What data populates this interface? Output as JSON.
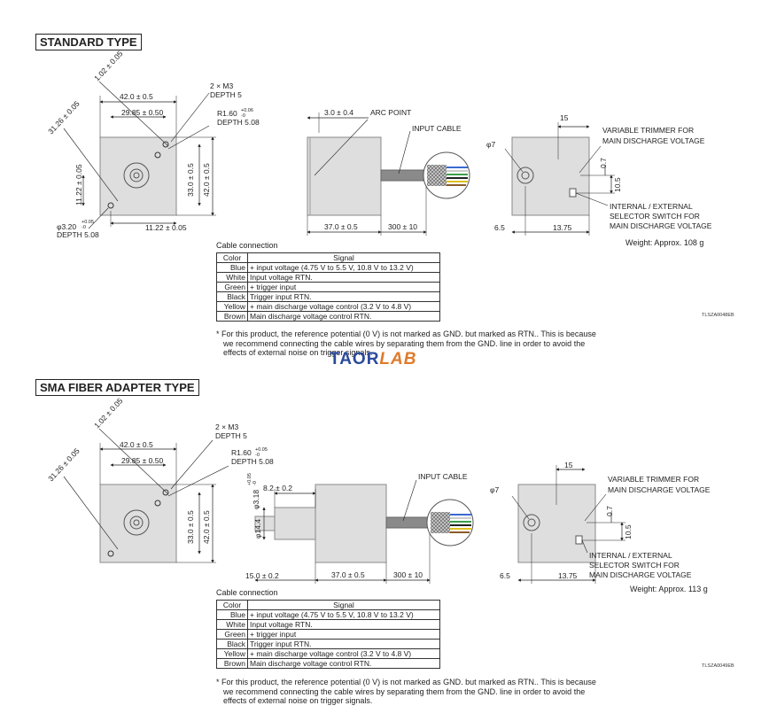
{
  "sections": [
    {
      "title": "STANDARD TYPE",
      "front": {
        "diag1": "31.26 ± 0.05",
        "diag2": "1.02 ± 0.05",
        "width": "42.0 ± 0.5",
        "inner_width": "29.85 ± 0.50",
        "screw": "2 × M3",
        "screw_depth": "DEPTH 5",
        "radius": "R1.60",
        "radius_tol_up": "+0.06",
        "radius_tol_dn": "-0",
        "radius_depth": "DEPTH 5.08",
        "height_inner": "33.0 ± 0.5",
        "height": "42.0 ± 0.5",
        "left_offset": "11.22 ± 0.05",
        "bottom_offset": "11.22 ± 0.05",
        "hole": "φ3.20",
        "hole_tol_up": "+0.05",
        "hole_tol_dn": "-0",
        "hole_depth": "DEPTH 5.08"
      },
      "side": {
        "arc_offset": "3.0 ± 0.4",
        "arc_point": "ARC POINT",
        "input_cable": "INPUT CABLE",
        "body_len": "37.0 ± 0.5",
        "cable_len": "300 ± 10"
      },
      "rear": {
        "width": "15",
        "phi": "φ7",
        "trimmer": [
          "VARIABLE TRIMMER FOR",
          "MAIN DISCHARGE VOLTAGE"
        ],
        "d1": "0.7",
        "d2": "10.5",
        "switch": [
          "INTERNAL / EXTERNAL",
          "SELECTOR SWITCH FOR",
          "MAIN DISCHARGE VOLTAGE"
        ],
        "left": "6.5",
        "bottom": "13.75"
      },
      "weight": "Weight: Approx. 108 g",
      "code": "TLSZA0048EB"
    },
    {
      "title": "SMA FIBER ADAPTER TYPE",
      "front": {
        "diag1": "31.26 ± 0.05",
        "diag2": "1.02 ± 0.05",
        "width": "42.0 ± 0.5",
        "inner_width": "29.85 ± 0.50",
        "screw": "2 × M3",
        "screw_depth": "DEPTH 5",
        "radius": "R1.60",
        "radius_tol_up": "+0.05",
        "radius_tol_dn": "-0",
        "radius_depth": "DEPTH 5.08",
        "height_inner": "33.0 ± 0.5",
        "height": "42.0 ± 0.5"
      },
      "side": {
        "hole": "φ3.18",
        "hole_tol_up": "+0.05",
        "hole_tol_dn": "-0",
        "adapter_len": "8.2 ± 0.2",
        "adapter_dia": "φ14.4",
        "adapter_total": "15.0 ± 0.2",
        "input_cable": "INPUT CABLE",
        "body_len": "37.0 ± 0.5",
        "cable_len": "300 ± 10"
      },
      "rear": {
        "width": "15",
        "phi": "φ7",
        "trimmer": [
          "VARIABLE TRIMMER FOR",
          "MAIN DISCHARGE VOLTAGE"
        ],
        "d1": "0.7",
        "d2": "10.5",
        "switch": [
          "INTERNAL / EXTERNAL",
          "SELECTOR SWITCH FOR",
          "MAIN DISCHARGE VOLTAGE"
        ],
        "left": "6.5",
        "bottom": "13.75"
      },
      "weight": "Weight: Approx. 113 g",
      "code": "TLSZA0049EB"
    }
  ],
  "cable_connection": {
    "caption": "Cable connection",
    "headers": [
      "Color",
      "Signal"
    ],
    "rows": [
      [
        "Blue",
        "+ input voltage (4.75 V to 5.5 V, 10.8 V to 13.2 V)"
      ],
      [
        "White",
        "Input voltage RTN."
      ],
      [
        "Green",
        "+ trigger input"
      ],
      [
        "Black",
        "Trigger input RTN."
      ],
      [
        "Yellow",
        "+ main discharge voltage control (3.2 V to 4.8 V)"
      ],
      [
        "Brown",
        "Main discharge voltage control RTN."
      ]
    ]
  },
  "note": [
    "* For this product, the reference potential (0 V) is not marked as GND. but marked as RTN.. This is because",
    "we recommend connecting the cable wires by separating them from the GND. line in order to avoid the",
    "effects of external noise on trigger signals."
  ],
  "watermark": {
    "part1": "TAOR",
    "part2": "LAB"
  },
  "colors": {
    "body": "#dedede",
    "cable": "#8a8a8a",
    "blue": "#3a6ad0",
    "green": "#3aa04a",
    "yellow": "#e0c020",
    "brown": "#8a5a2a"
  }
}
